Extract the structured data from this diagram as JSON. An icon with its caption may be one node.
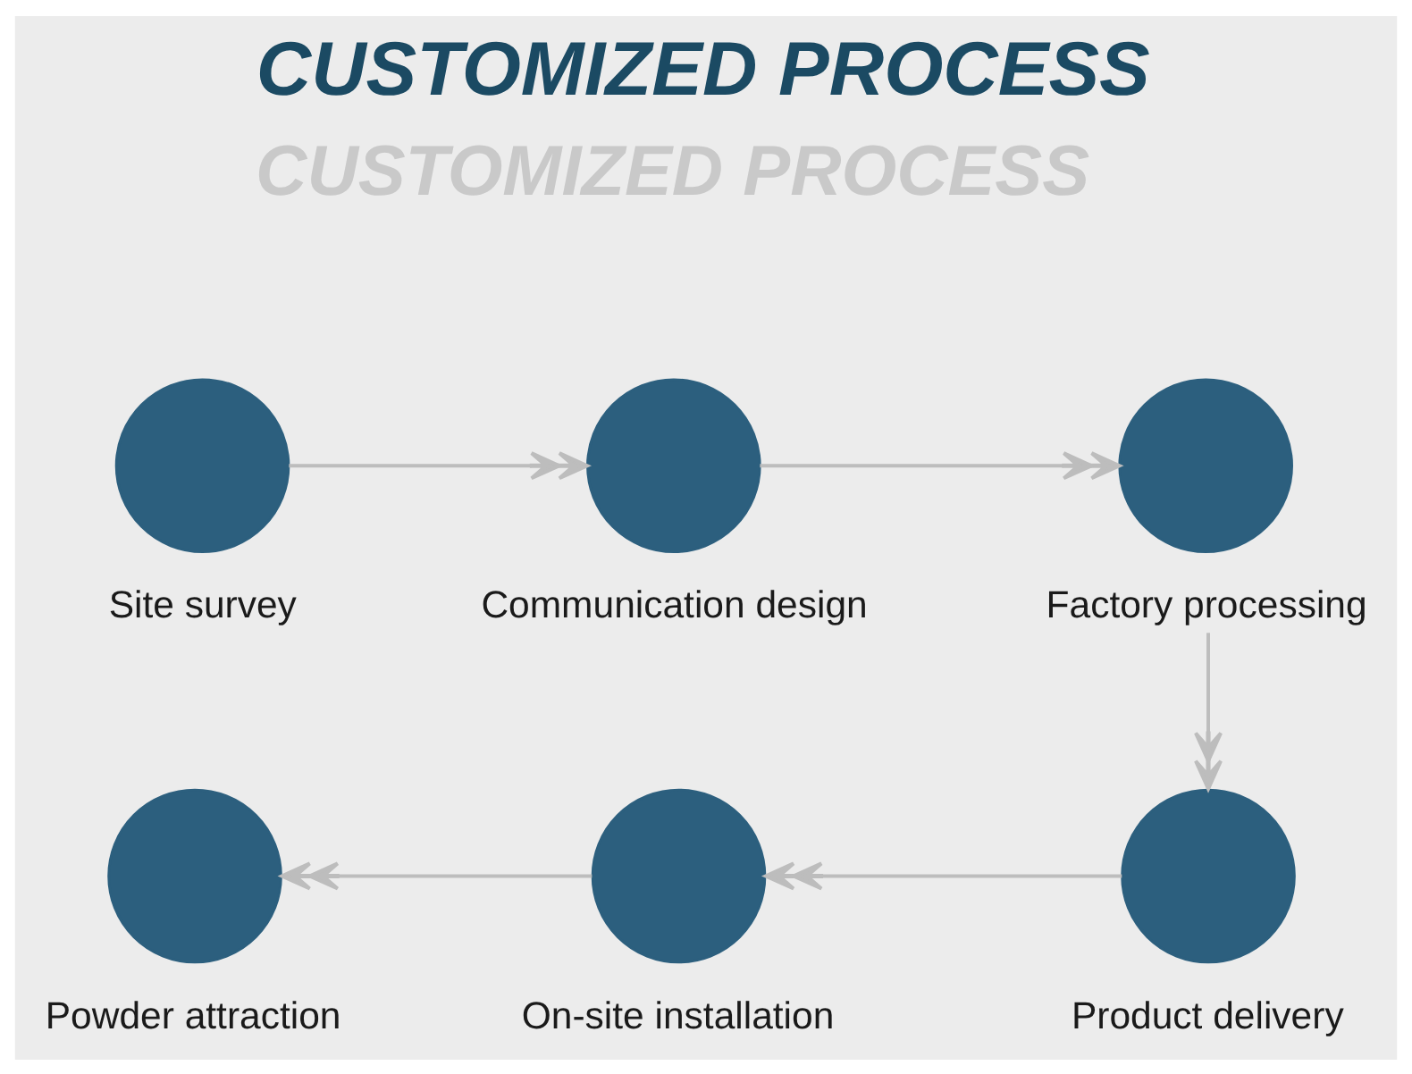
{
  "diagram": {
    "title": "CUSTOMIZED PROCESS",
    "nodes": [
      {
        "text": [
          "Site survey"
        ]
      },
      {
        "text": [
          "Communication design"
        ]
      },
      {
        "text": [
          "Factory processing"
        ]
      },
      {
        "text": [
          "Powder attraction"
        ]
      },
      {
        "text": [
          "On-site installation"
        ]
      },
      {
        "text": [
          "Product delivery"
        ]
      }
    ],
    "edges": [
      {
        "from": 0,
        "to": 1,
        "arrow": "to"
      },
      {
        "from": 1,
        "to": 2,
        "arrow": "to"
      },
      {
        "from": 2,
        "to": 5,
        "arrow": "to"
      },
      {
        "from": 5,
        "to": 4,
        "arrow": "to"
      },
      {
        "from": 4,
        "to": 3,
        "arrow": "to"
      }
    ],
    "labels": [
      "CUSTOMIZED PROCESS"
    ]
  }
}
